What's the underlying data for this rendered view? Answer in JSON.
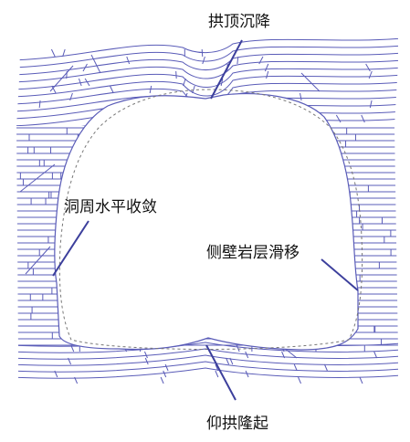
{
  "labels": {
    "crown_settlement": "拱顶沉降",
    "convergence": "洞周水平收敛",
    "sidewall_slip": "侧壁岩层滑移",
    "invert_heave": "仰拱隆起"
  },
  "colors": {
    "rock_lines": "#5a5cb8",
    "leader_lines": "#3c3f9c",
    "design_outline": "#777777",
    "background": "#ffffff"
  }
}
